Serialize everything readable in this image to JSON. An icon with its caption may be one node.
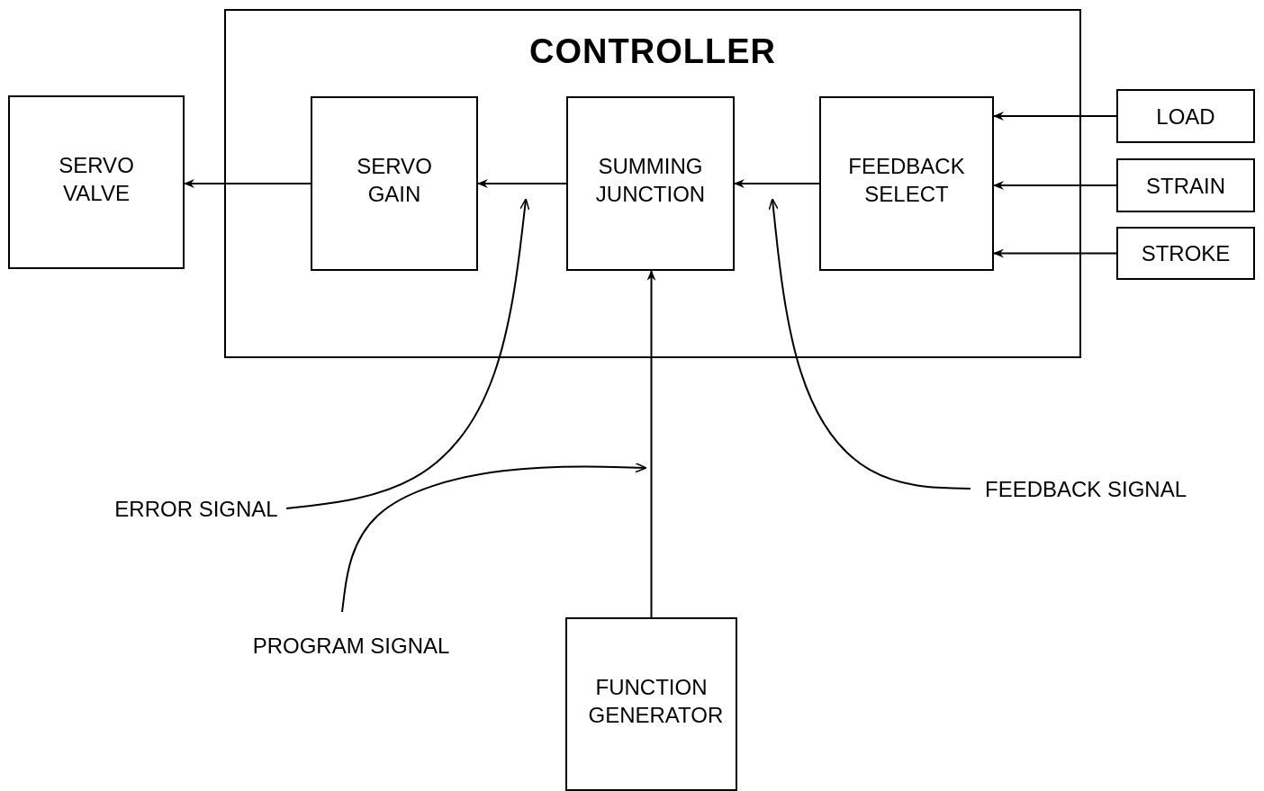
{
  "diagram": {
    "nodes": [
      {
        "text": [
          "CONTROLLER"
        ]
      },
      {
        "text": [
          "SERVO VALVE"
        ]
      },
      {
        "text": [
          "SERVO GAIN"
        ],
        "in": 0
      },
      {
        "text": [
          "SUMMING JUNCTION"
        ],
        "in": 0
      },
      {
        "text": [
          "FEEDBACK SELECT"
        ],
        "in": 0
      },
      {
        "text": [
          "LOAD"
        ]
      },
      {
        "text": [
          "STRAIN"
        ]
      },
      {
        "text": [
          "STROKE"
        ]
      },
      {
        "text": [
          "FUNCTION GENERATOR"
        ]
      },
      {
        "text": [
          "ERROR SIGNAL"
        ]
      },
      {
        "text": [
          "PROGRAM SIGNAL"
        ]
      },
      {
        "text": [
          "FEEDBACK SIGNAL"
        ]
      }
    ],
    "edges": [
      {
        "from": 2,
        "to": 1,
        "arrow": "to"
      },
      {
        "from": 3,
        "to": 2,
        "arrow": "to"
      },
      {
        "from": 4,
        "to": 3,
        "arrow": "to"
      },
      {
        "from": 5,
        "to": 4,
        "arrow": "to"
      },
      {
        "from": 6,
        "to": 4,
        "arrow": "to"
      },
      {
        "from": 7,
        "to": 4,
        "arrow": "to"
      },
      {
        "from": 8,
        "to": 3,
        "arrow": "to"
      },
      {
        "from": 9,
        "to": null,
        "arrow": "to"
      },
      {
        "from": 10,
        "to": null,
        "arrow": "to"
      },
      {
        "from": 11,
        "to": null,
        "arrow": "to"
      }
    ]
  }
}
